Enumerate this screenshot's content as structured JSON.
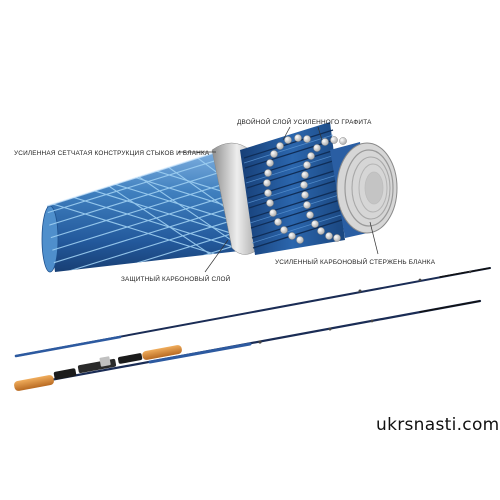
{
  "labels": {
    "double_graphite": "ДВОЙНОЙ СЛОЙ УСИЛЕННОГО ГРАФИТА",
    "mesh_structure": "УСИЛЕННАЯ СЕТЧАТАЯ КОНСТРУКЦИЯ СТЫКОВ И БЛАНКА",
    "carbon_core": "УСИЛЕННЫЙ КАРБОНОВЫЙ СТЕРЖЕНЬ БЛАНКА",
    "protective_layer": "ЗАЩИТНЫЙ КАРБОНОВЫЙ СЛОЙ"
  },
  "watermark": "ukrsnasti.com",
  "colors": {
    "mesh_blue": "#3f7fbe",
    "mesh_dark": "#1d4f8c",
    "mesh_thread": "#9fd0f2",
    "core_silver": "#c9c9c9",
    "rod_blank": "#1a2c55",
    "cork": "#d98a3a"
  }
}
